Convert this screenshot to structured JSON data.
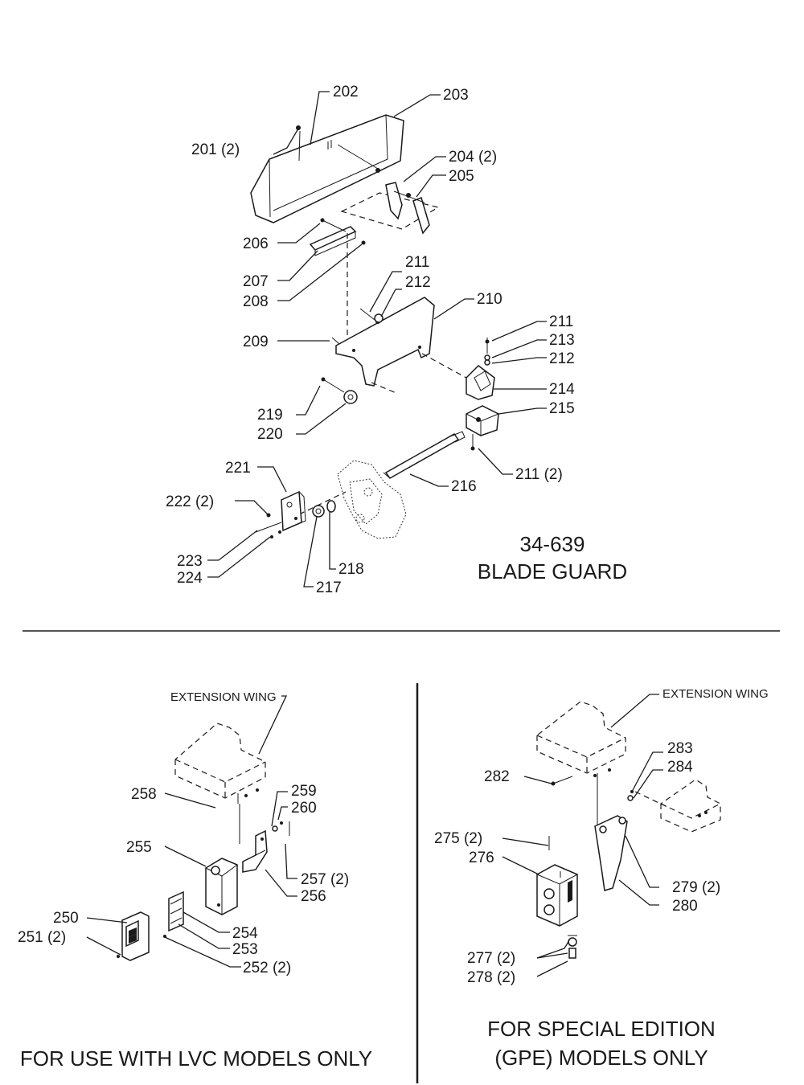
{
  "blade_guard": {
    "model": "34-639",
    "name": "BLADE GUARD",
    "labels": {
      "p201": "201 (2)",
      "p202": "202",
      "p203": "203",
      "p204": "204 (2)",
      "p205": "205",
      "p206": "206",
      "p207": "207",
      "p208": "208",
      "p209": "209",
      "p210": "210",
      "p211a": "211",
      "p212a": "212",
      "p211b": "211",
      "p213": "213",
      "p212b": "212",
      "p214": "214",
      "p215": "215",
      "p211c": "211 (2)",
      "p216": "216",
      "p217": "217",
      "p218": "218",
      "p219": "219",
      "p220": "220",
      "p221": "221",
      "p222": "222 (2)",
      "p223": "223",
      "p224": "224"
    }
  },
  "lvc_switch": {
    "extension_wing": "EXTENSION WING",
    "caption": "FOR USE WITH LVC MODELS ONLY",
    "labels": {
      "p250": "250",
      "p251": "251 (2)",
      "p252": "252 (2)",
      "p253": "253",
      "p254": "254",
      "p255": "255",
      "p256": "256",
      "p257": "257 (2)",
      "p258": "258",
      "p259": "259",
      "p260": "260"
    }
  },
  "gpe_switch": {
    "extension_wing": "EXTENSION WING",
    "caption_line1": "FOR SPECIAL EDITION",
    "caption_line2": "(GPE) MODELS ONLY",
    "labels": {
      "p275": "275 (2)",
      "p276": "276",
      "p277": "277 (2)",
      "p278": "278 (2)",
      "p279": "279 (2)",
      "p280": "280",
      "p282": "282",
      "p283": "283",
      "p284": "284"
    }
  }
}
